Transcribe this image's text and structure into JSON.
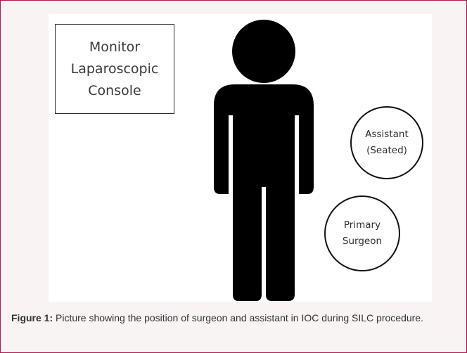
{
  "monitor_box": {
    "line1": "Monitor",
    "line2": "Laparoscopic",
    "line3": "Console"
  },
  "assistant_circle": {
    "line1": "Assistant",
    "line2": "(Seated)"
  },
  "surgeon_circle": {
    "line1": "Primary",
    "line2": "Surgeon"
  },
  "caption": {
    "label": "Figure 1:",
    "text": " Picture showing the position of surgeon and assistant in IOC during SILC procedure."
  },
  "colors": {
    "frame_border": "#b0174f",
    "frame_bg": "#f9f3f4",
    "person": "#000000"
  }
}
